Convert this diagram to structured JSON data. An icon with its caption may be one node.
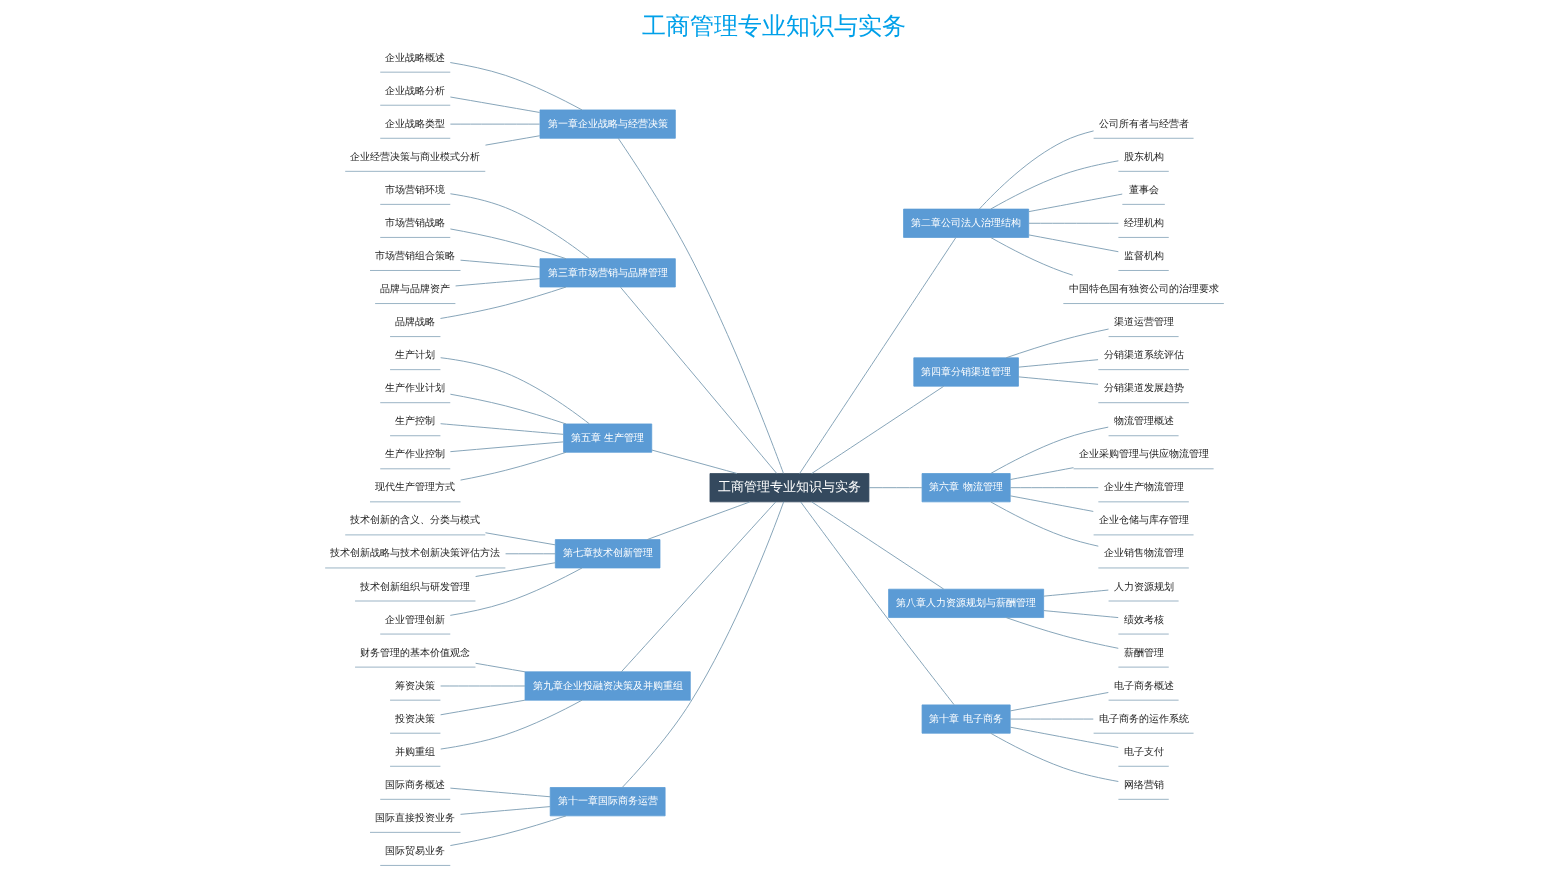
{
  "diagram": {
    "title": "工商管理专业知识与实务",
    "nodes": [
      {
        "text": [
          "工商管理专业知识与实务"
        ]
      },
      {
        "text": [
          "第一章企业战略与经营决策"
        ]
      },
      {
        "text": [
          "企业战略概述"
        ]
      },
      {
        "text": [
          "企业战略分析"
        ]
      },
      {
        "text": [
          "企业战略类型"
        ]
      },
      {
        "text": [
          "企业经营决策与商业模式分析"
        ]
      },
      {
        "text": [
          "第三章市场营销与品牌管理"
        ]
      },
      {
        "text": [
          "市场营销环境"
        ]
      },
      {
        "text": [
          "市场营销战略"
        ]
      },
      {
        "text": [
          "市场营销组合策略"
        ]
      },
      {
        "text": [
          "品牌与品牌资产"
        ]
      },
      {
        "text": [
          "品牌战略"
        ]
      },
      {
        "text": [
          "第五章 生产管理"
        ]
      },
      {
        "text": [
          "生产计划"
        ]
      },
      {
        "text": [
          "生产作业计划"
        ]
      },
      {
        "text": [
          "生产控制"
        ]
      },
      {
        "text": [
          "生产作业控制"
        ]
      },
      {
        "text": [
          "现代生产管理方式"
        ]
      },
      {
        "text": [
          "第七章技术创新管理"
        ]
      },
      {
        "text": [
          "技术创新的含义、分类与模式"
        ]
      },
      {
        "text": [
          "技术创新战略与技术创新决策评估方法"
        ]
      },
      {
        "text": [
          "技术创新组织与研发管理"
        ]
      },
      {
        "text": [
          "企业管理创新"
        ]
      },
      {
        "text": [
          "第九章企业投融资决策及并购重组"
        ]
      },
      {
        "text": [
          "财务管理的基本价值观念"
        ]
      },
      {
        "text": [
          "筹资决策"
        ]
      },
      {
        "text": [
          "投资决策"
        ]
      },
      {
        "text": [
          "并购重组"
        ]
      },
      {
        "text": [
          "第十一章国际商务运营"
        ]
      },
      {
        "text": [
          "国际商务概述"
        ]
      },
      {
        "text": [
          "国际直接投资业务"
        ]
      },
      {
        "text": [
          "国际贸易业务"
        ]
      },
      {
        "text": [
          "第二章公司法人治理结构"
        ]
      },
      {
        "text": [
          "公司所有者与经营者"
        ]
      },
      {
        "text": [
          "股东机构"
        ]
      },
      {
        "text": [
          "董事会"
        ]
      },
      {
        "text": [
          "经理机构"
        ]
      },
      {
        "text": [
          "监督机构"
        ]
      },
      {
        "text": [
          "中国特色国有独资公司的治理要求"
        ]
      },
      {
        "text": [
          "第四章分销渠道管理"
        ]
      },
      {
        "text": [
          "渠道运营管理"
        ]
      },
      {
        "text": [
          "分销渠道系统评估"
        ]
      },
      {
        "text": [
          "分销渠道发展趋势"
        ]
      },
      {
        "text": [
          "第六章 物流管理"
        ]
      },
      {
        "text": [
          "物流管理概述"
        ]
      },
      {
        "text": [
          "企业采购管理与供应物流管理"
        ]
      },
      {
        "text": [
          "企业生产物流管理"
        ]
      },
      {
        "text": [
          "企业仓储与库存管理"
        ]
      },
      {
        "text": [
          "企业销售物流管理"
        ]
      },
      {
        "text": [
          "第八章人力资源规划与薪酬管理"
        ]
      },
      {
        "text": [
          "人力资源规划"
        ]
      },
      {
        "text": [
          "绩效考核"
        ]
      },
      {
        "text": [
          "薪酬管理"
        ]
      },
      {
        "text": [
          "第十章 电子商务"
        ]
      },
      {
        "text": [
          "电子商务概述"
        ]
      },
      {
        "text": [
          "电子商务的运作系统"
        ]
      },
      {
        "text": [
          "电子支付"
        ]
      },
      {
        "text": [
          "网络营销"
        ]
      }
    ],
    "edges": [
      {
        "from": 0,
        "to": 1,
        "arrow": "none"
      },
      {
        "from": 1,
        "to": 2,
        "arrow": "none"
      },
      {
        "from": 1,
        "to": 3,
        "arrow": "none"
      },
      {
        "from": 1,
        "to": 4,
        "arrow": "none"
      },
      {
        "from": 1,
        "to": 5,
        "arrow": "none"
      },
      {
        "from": 0,
        "to": 6,
        "arrow": "none"
      },
      {
        "from": 6,
        "to": 7,
        "arrow": "none"
      },
      {
        "from": 6,
        "to": 8,
        "arrow": "none"
      },
      {
        "from": 6,
        "to": 9,
        "arrow": "none"
      },
      {
        "from": 6,
        "to": 10,
        "arrow": "none"
      },
      {
        "from": 6,
        "to": 11,
        "arrow": "none"
      },
      {
        "from": 0,
        "to": 12,
        "arrow": "none"
      },
      {
        "from": 12,
        "to": 13,
        "arrow": "none"
      },
      {
        "from": 12,
        "to": 14,
        "arrow": "none"
      },
      {
        "from": 12,
        "to": 15,
        "arrow": "none"
      },
      {
        "from": 12,
        "to": 16,
        "arrow": "none"
      },
      {
        "from": 12,
        "to": 17,
        "arrow": "none"
      },
      {
        "from": 0,
        "to": 18,
        "arrow": "none"
      },
      {
        "from": 18,
        "to": 19,
        "arrow": "none"
      },
      {
        "from": 18,
        "to": 20,
        "arrow": "none"
      },
      {
        "from": 18,
        "to": 21,
        "arrow": "none"
      },
      {
        "from": 18,
        "to": 22,
        "arrow": "none"
      },
      {
        "from": 0,
        "to": 23,
        "arrow": "none"
      },
      {
        "from": 23,
        "to": 24,
        "arrow": "none"
      },
      {
        "from": 23,
        "to": 25,
        "arrow": "none"
      },
      {
        "from": 23,
        "to": 26,
        "arrow": "none"
      },
      {
        "from": 23,
        "to": 27,
        "arrow": "none"
      },
      {
        "from": 0,
        "to": 28,
        "arrow": "none"
      },
      {
        "from": 28,
        "to": 29,
        "arrow": "none"
      },
      {
        "from": 28,
        "to": 30,
        "arrow": "none"
      },
      {
        "from": 28,
        "to": 31,
        "arrow": "none"
      },
      {
        "from": 0,
        "to": 32,
        "arrow": "none"
      },
      {
        "from": 32,
        "to": 33,
        "arrow": "none"
      },
      {
        "from": 32,
        "to": 34,
        "arrow": "none"
      },
      {
        "from": 32,
        "to": 35,
        "arrow": "none"
      },
      {
        "from": 32,
        "to": 36,
        "arrow": "none"
      },
      {
        "from": 32,
        "to": 37,
        "arrow": "none"
      },
      {
        "from": 32,
        "to": 38,
        "arrow": "none"
      },
      {
        "from": 0,
        "to": 39,
        "arrow": "none"
      },
      {
        "from": 39,
        "to": 40,
        "arrow": "none"
      },
      {
        "from": 39,
        "to": 41,
        "arrow": "none"
      },
      {
        "from": 39,
        "to": 42,
        "arrow": "none"
      },
      {
        "from": 0,
        "to": 43,
        "arrow": "none"
      },
      {
        "from": 43,
        "to": 44,
        "arrow": "none"
      },
      {
        "from": 43,
        "to": 45,
        "arrow": "none"
      },
      {
        "from": 43,
        "to": 46,
        "arrow": "none"
      },
      {
        "from": 43,
        "to": 47,
        "arrow": "none"
      },
      {
        "from": 43,
        "to": 48,
        "arrow": "none"
      },
      {
        "from": 0,
        "to": 49,
        "arrow": "none"
      },
      {
        "from": 49,
        "to": 50,
        "arrow": "none"
      },
      {
        "from": 49,
        "to": 51,
        "arrow": "none"
      },
      {
        "from": 49,
        "to": 52,
        "arrow": "none"
      },
      {
        "from": 0,
        "to": 53,
        "arrow": "none"
      },
      {
        "from": 53,
        "to": 54,
        "arrow": "none"
      },
      {
        "from": 53,
        "to": 55,
        "arrow": "none"
      },
      {
        "from": 53,
        "to": 56,
        "arrow": "none"
      },
      {
        "from": 53,
        "to": 57,
        "arrow": "none"
      }
    ]
  }
}
